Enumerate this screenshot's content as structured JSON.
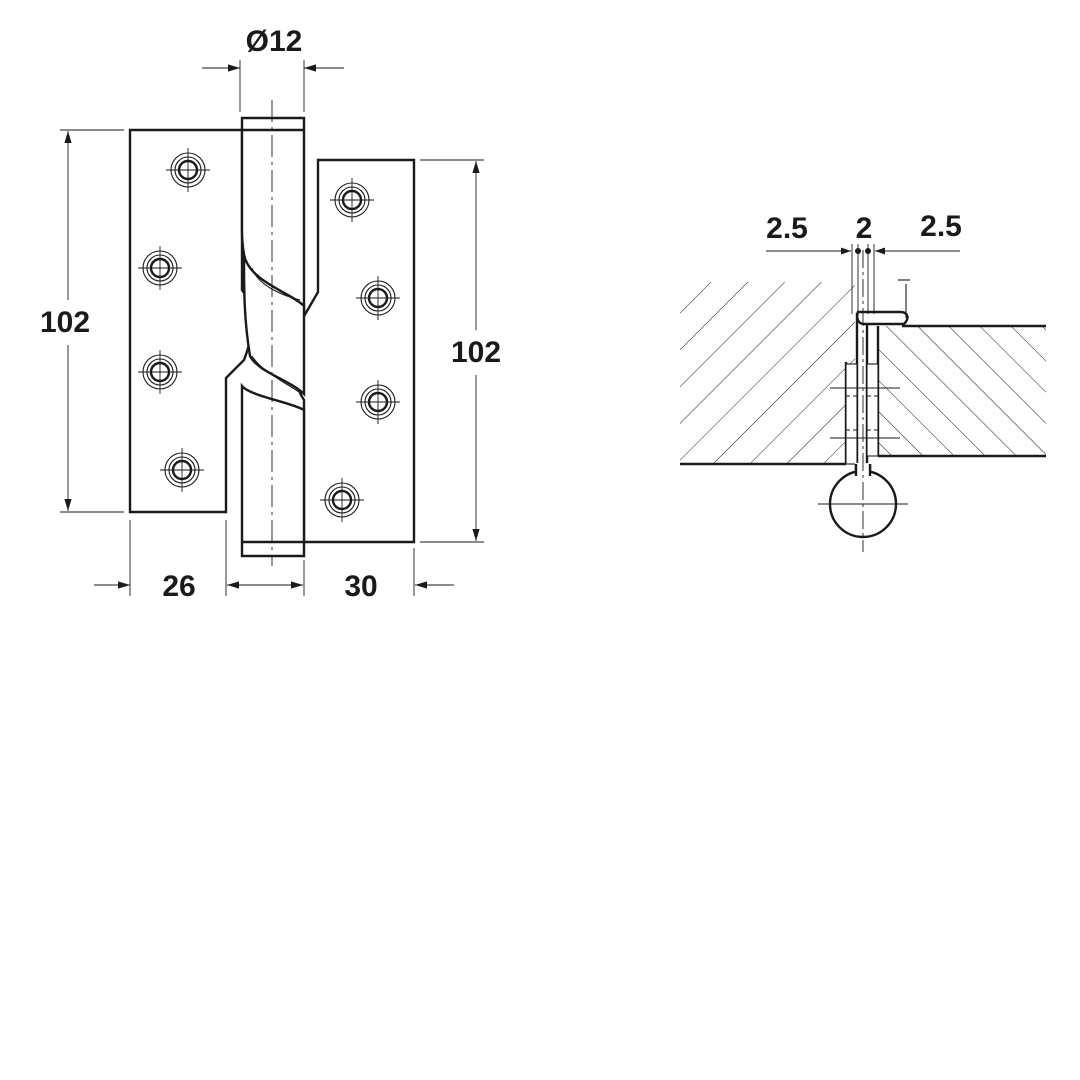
{
  "hinge_front_view": {
    "pin_diameter_label": "Ø12",
    "left_height_label": "102",
    "right_height_label": "102",
    "left_leaf_width_label": "26",
    "right_leaf_width_label": "30"
  },
  "hinge_section_view": {
    "gap_left_label": "2.5",
    "leaf_thickness_label": "2",
    "gap_right_label": "2.5"
  },
  "colors": {
    "line": "#1a1a1a",
    "background": "#ffffff"
  }
}
